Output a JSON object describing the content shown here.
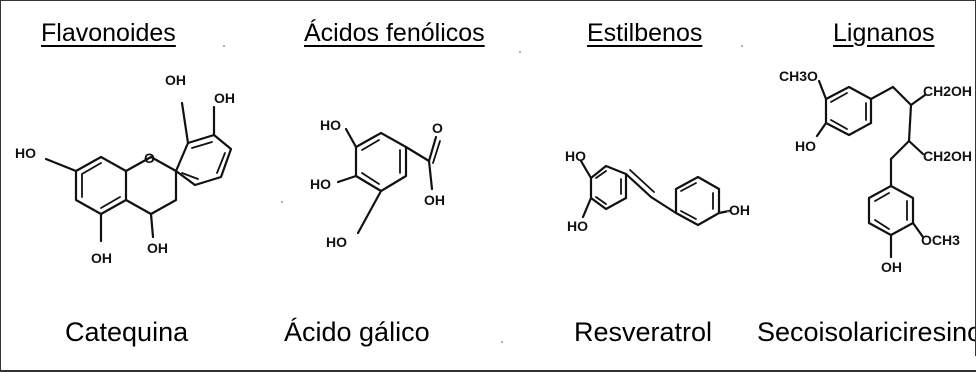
{
  "panels": [
    {
      "class_title": "Flavonoides",
      "compound": "Catequina",
      "atom_labels": [
        "OH",
        "OH",
        "HO",
        "O",
        "OH",
        "OH"
      ]
    },
    {
      "class_title": "Ácidos fenólicos",
      "compound": "Ácido gálico",
      "atom_labels": [
        "HO",
        "HO",
        "HO",
        "O",
        "OH"
      ]
    },
    {
      "class_title": "Estilbenos",
      "compound": "Resveratrol",
      "atom_labels": [
        "HO",
        "HO",
        "OH"
      ]
    },
    {
      "class_title": "Lignanos",
      "compound": "Secoisolariciresinol",
      "atom_labels": [
        "CH3O",
        "HO",
        "CH2OH",
        "CH2OH",
        "OCH3",
        "OH"
      ]
    }
  ]
}
